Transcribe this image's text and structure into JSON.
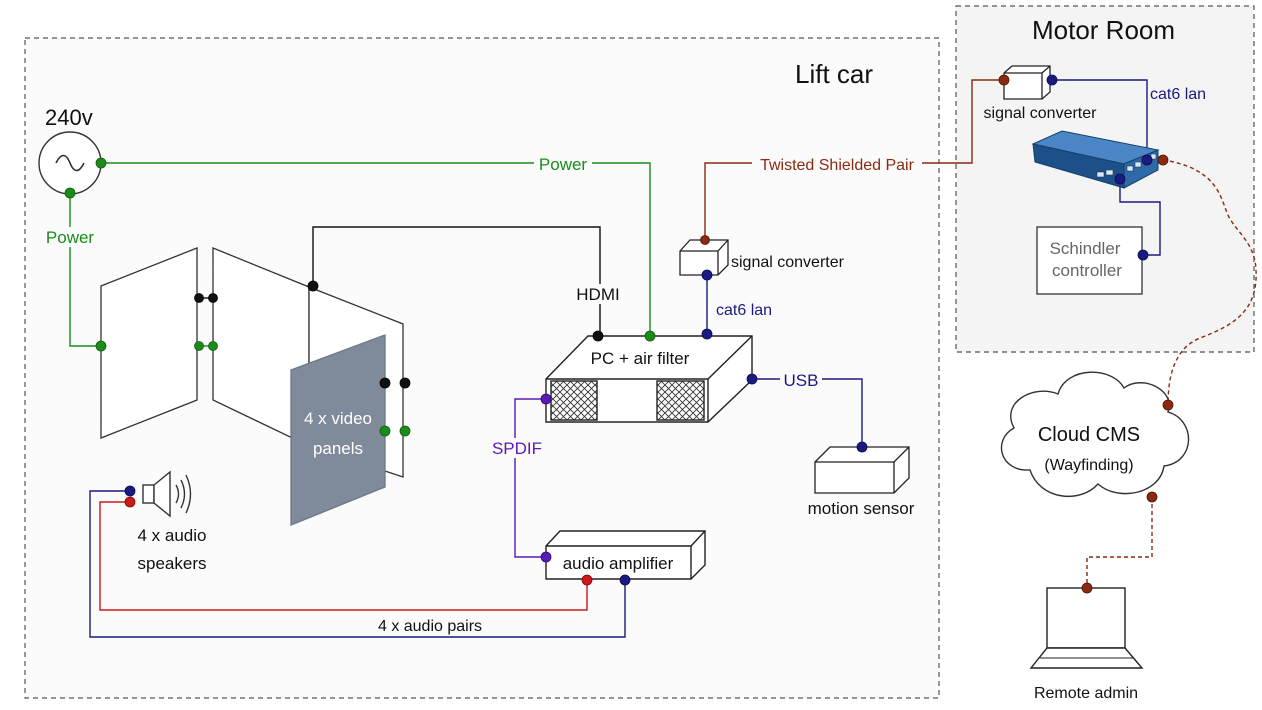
{
  "zones": {
    "lift_car": "Lift car",
    "motor_room": "Motor Room"
  },
  "components": {
    "power_source": "240v",
    "video_panels": [
      "4 x video",
      "panels"
    ],
    "speakers": [
      "4 x audio",
      "speakers"
    ],
    "pc": "PC + air filter",
    "amplifier": "audio amplifier",
    "signal_converter_car": "signal converter",
    "signal_converter_room": "signal converter",
    "motion_sensor": "motion sensor",
    "schindler": [
      "Schindler",
      "controller"
    ],
    "cloud": [
      "Cloud CMS",
      "(Wayfinding)"
    ],
    "remote_admin": "Remote admin"
  },
  "connections": {
    "power_top": "Power",
    "power_left": "Power",
    "hdmi": "HDMI",
    "cat6_car": "cat6 lan",
    "cat6_room": "cat6 lan",
    "usb": "USB",
    "spdif": "SPDIF",
    "twisted_pair": "Twisted Shielded Pair",
    "audio_pairs": "4 x audio pairs"
  },
  "colors": {
    "power": "#1a8c1a",
    "network": "#1a1a80",
    "audio_red": "#cc1a1a",
    "spdif": "#5a1ab4",
    "twisted": "#8a2a10",
    "panel": "#7f8a9a",
    "switch": "#1f5d99"
  }
}
